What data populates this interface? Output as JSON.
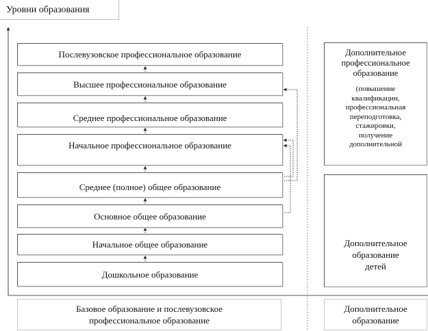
{
  "title": "Уровни образования",
  "levels": [
    "Послевузовское профессиональное образование",
    "Высшее профессиональное образование",
    "Среднее профессиональное образование",
    "Начальное профессиональное образование",
    "Среднее (полное) общее образование",
    "Основное общее образование",
    "Начальное общее образование",
    "Дошкольное образование"
  ],
  "additional_professional": {
    "heading_lines": [
      "Дополнительное",
      "профессиональное",
      "образование"
    ],
    "detail_lines": [
      "(повышение",
      "квалификации,",
      "профессиональная",
      "переподготовка,",
      "стажировки,",
      "получение",
      "дополнительной"
    ]
  },
  "additional_children": {
    "lines": [
      "Дополнительное",
      "образование",
      "детей"
    ]
  },
  "captions": {
    "base_lines": [
      "Базовое образование и послевузовское",
      "профессиональное образование"
    ],
    "additional_lines": [
      "Дополнительное",
      "образование"
    ]
  }
}
